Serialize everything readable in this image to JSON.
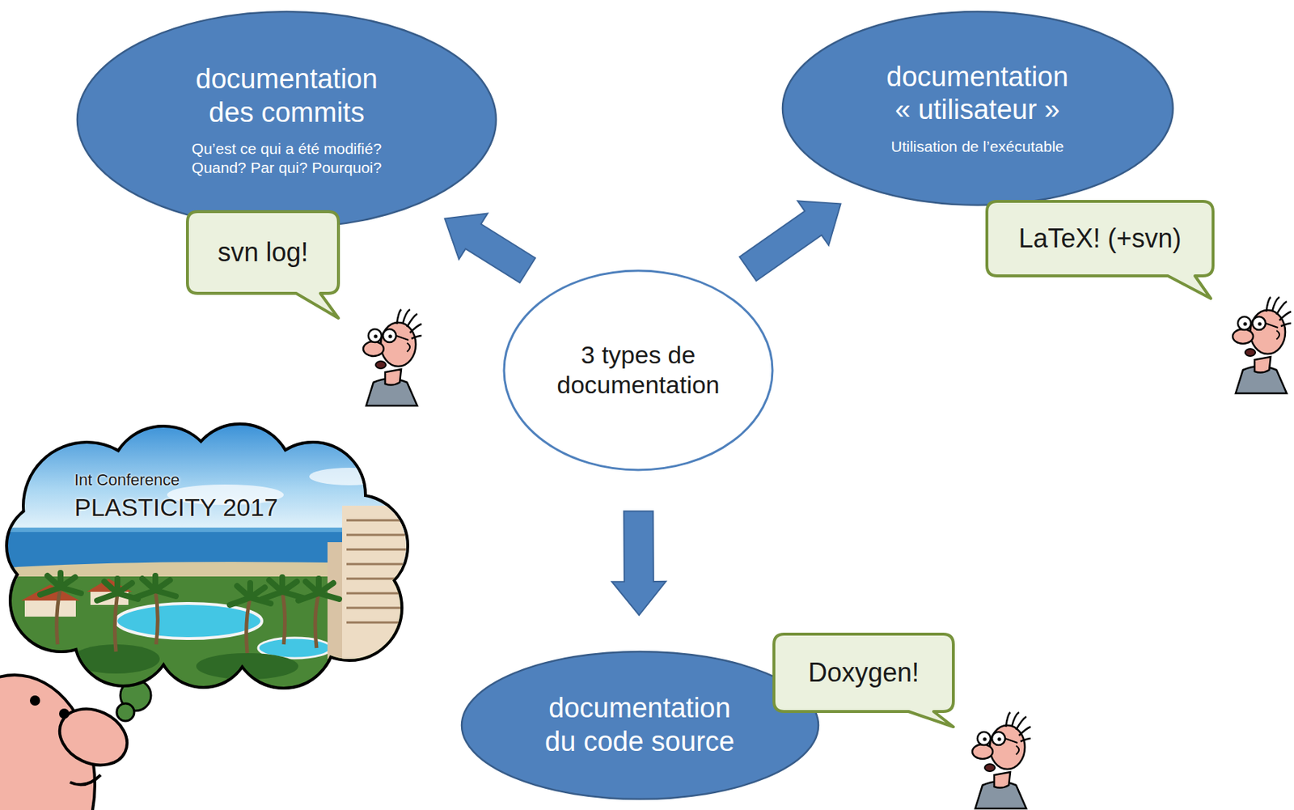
{
  "diagram": {
    "nodes": [
      {
        "text": [
          "documentation des commits",
          "Qu’est ce qui a été modifié? Quand? Par qui? Pourquoi?"
        ]
      },
      {
        "text": [
          "documentation « utilisateur »",
          "Utilisation de l’exécutable"
        ]
      },
      {
        "text": [
          "svn log!"
        ]
      },
      {
        "text": [
          "LaTeX! (+svn)"
        ]
      },
      {
        "text": [
          "3 types de documentation"
        ]
      },
      {
        "text": [
          "Int Conference",
          "PLASTICITY 2017"
        ]
      },
      {
        "text": [
          "Doxygen!"
        ]
      },
      {
        "text": [
          "documentation du code source"
        ]
      }
    ],
    "edges": [
      {
        "from": 4,
        "to": 0,
        "arrow": "to"
      },
      {
        "from": 4,
        "to": 1,
        "arrow": "to"
      },
      {
        "from": 4,
        "to": 7,
        "arrow": "to"
      }
    ]
  }
}
